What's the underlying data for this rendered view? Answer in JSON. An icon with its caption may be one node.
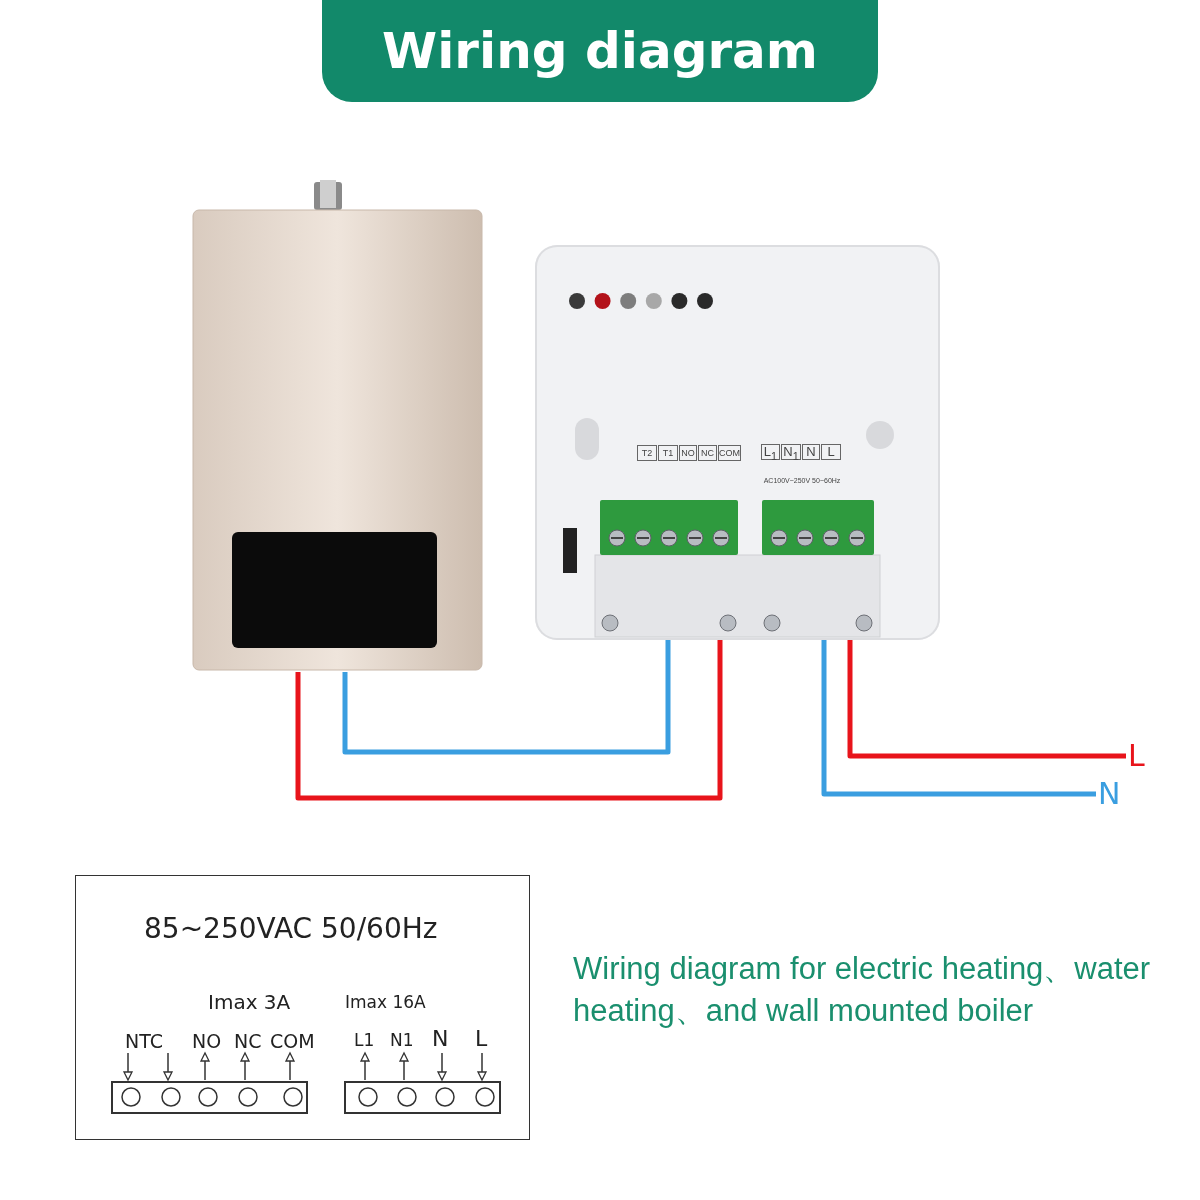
{
  "diagram": {
    "title": "Wiring diagram",
    "caption": "Wiring diagram for electric heating、water heating、and wall mounted boiler",
    "nodes": [
      {
        "text": [],
        "shape": "picture"
      },
      {
        "text": [
          "T2",
          "T1",
          "NO",
          "NC",
          "COM",
          "L$_{1}$",
          "N$_{1}$",
          "N",
          "L",
          "AC100V~250V 50~60Hz"
        ]
      },
      {
        "text": [
          "L"
        ]
      },
      {
        "text": [
          "N"
        ]
      },
      {
        "text": [
          "85~250VAC 50/60Hz"
        ]
      },
      {
        "text": [],
        "shape": "box",
        "in": 4
      },
      {
        "text": [],
        "shape": "box",
        "in": 4
      }
    ],
    "edges": [
      {
        "from": 0,
        "to": 1,
        "arrow": "none",
        "color": "#3a9ee0"
      },
      {
        "from": 0,
        "to": 1,
        "arrow": "none",
        "color": "#e8141b"
      },
      {
        "from": 1,
        "to": 2,
        "arrow": "none",
        "color": "#e8141b"
      },
      {
        "from": 1,
        "to": 3,
        "arrow": "none",
        "color": "#3a9ee0"
      }
    ],
    "labels": [
      "Imax 3A",
      "Imax 16A",
      "NTC",
      "NO",
      "NC",
      "COM",
      "L1",
      "N1",
      "N",
      "L"
    ]
  }
}
